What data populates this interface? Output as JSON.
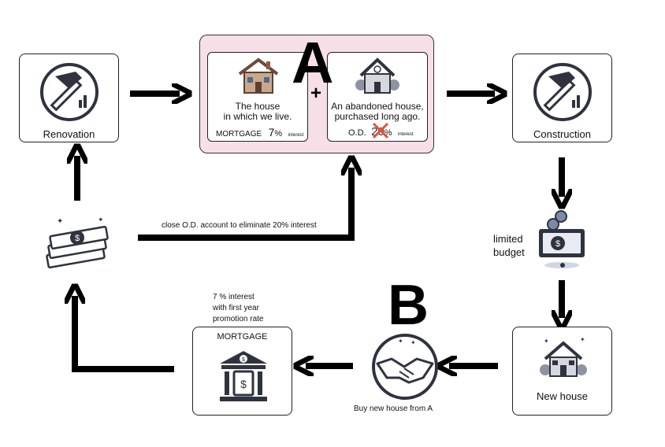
{
  "boxes": {
    "renovation": {
      "label": "Renovation",
      "icon": "hammer-icon"
    },
    "construction": {
      "label": "Construction",
      "icon": "hammer-icon"
    },
    "new_house": {
      "label": "New house",
      "icon": "house-icon"
    },
    "mortgage": {
      "title": "MORTGAGE",
      "icon": "bank-icon"
    }
  },
  "group_a": {
    "letter": "A",
    "plus": "+",
    "left": {
      "caption_line1": "The house",
      "caption_line2": "in which we live.",
      "rate_label": "MORTGAGE",
      "rate": "7",
      "pct": "%",
      "interest": "interest"
    },
    "right": {
      "caption_line1": "An abandoned house,",
      "caption_line2": "purchased long ago.",
      "rate_label": "O.D.",
      "rate": "20",
      "pct": "%",
      "interest": "interest"
    }
  },
  "letter_b": "B",
  "labels": {
    "close_od": "close O.D. account to eliminate 20% interest",
    "limited_line1": "limited",
    "limited_line2": "budget",
    "mortgage_note_line1": "7 % interest",
    "mortgage_note_line2": "with first year",
    "mortgage_note_line3": "promotion rate",
    "buy": "Buy new house from A"
  },
  "colors": {
    "group_a_bg": "#f7dfe8",
    "accent_red": "#e0533a",
    "icon_dark": "#2f3340"
  }
}
